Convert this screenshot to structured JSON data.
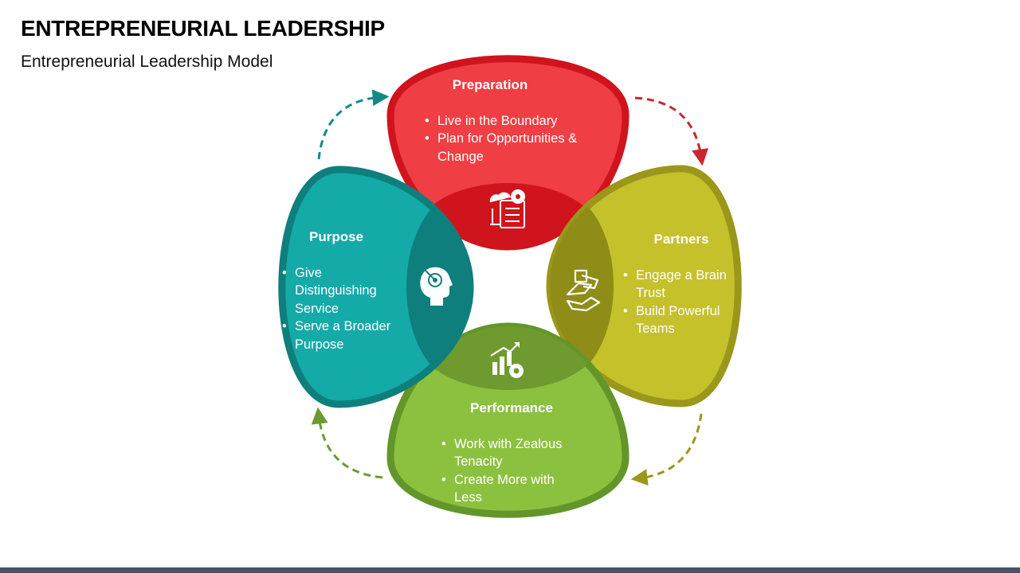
{
  "header": {
    "title": "ENTREPRENEURIAL LEADERSHIP",
    "subtitle": "Entrepreneurial Leadership Model"
  },
  "petals": [
    {
      "title": "Preparation",
      "bullets": [
        "Live in the Boundary",
        "Plan for Opportunities & Change"
      ],
      "color": "#ef3e44",
      "border": "#d0141e",
      "icon": "strategy-plan-icon"
    },
    {
      "title": "Partners",
      "bullets": [
        "Engage a Brain Trust",
        "Build Powerful Teams"
      ],
      "color": "#c5c12b",
      "border": "#9a971a",
      "icon": "teamwork-hands-icon"
    },
    {
      "title": "Performance",
      "bullets": [
        "Work with Zealous Tenacity",
        "Create More with Less"
      ],
      "color": "#8cc13f",
      "border": "#62962a",
      "icon": "growth-chart-gear-icon"
    },
    {
      "title": "Purpose",
      "bullets": [
        "Give Distinguishing Service",
        "Serve a Broader Purpose"
      ],
      "color": "#14aaa8",
      "border": "#0e7f7d",
      "icon": "head-target-icon"
    }
  ]
}
